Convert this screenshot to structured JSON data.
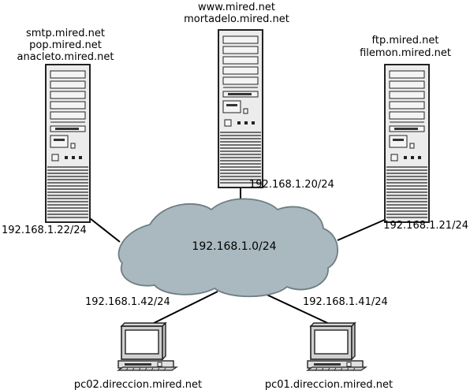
{
  "network": {
    "label": "192.168.1.0/24"
  },
  "servers": [
    {
      "id": "mail",
      "names": [
        "smtp.mired.net",
        "pop.mired.net",
        "anacleto.mired.net"
      ],
      "ip": "192.168.1.22/24"
    },
    {
      "id": "web",
      "names": [
        "www.mired.net",
        "mortadelo.mired.net"
      ],
      "ip": "192.168.1.20/24"
    },
    {
      "id": "ftp",
      "names": [
        "ftp.mired.net",
        "filemon.mired.net"
      ],
      "ip": "192.168.1.21/24"
    }
  ],
  "clients": [
    {
      "id": "pc02",
      "name": "pc02.direccion.mired.net",
      "ip": "192.168.1.42/24"
    },
    {
      "id": "pc01",
      "name": "pc01.direccion.mired.net",
      "ip": "192.168.1.41/24"
    }
  ],
  "colors": {
    "cloud_fill": "#a9b9bf",
    "cloud_stroke": "#6e7e84",
    "case_fill": "#ececec",
    "case_stroke": "#222222",
    "link": "#000000"
  }
}
